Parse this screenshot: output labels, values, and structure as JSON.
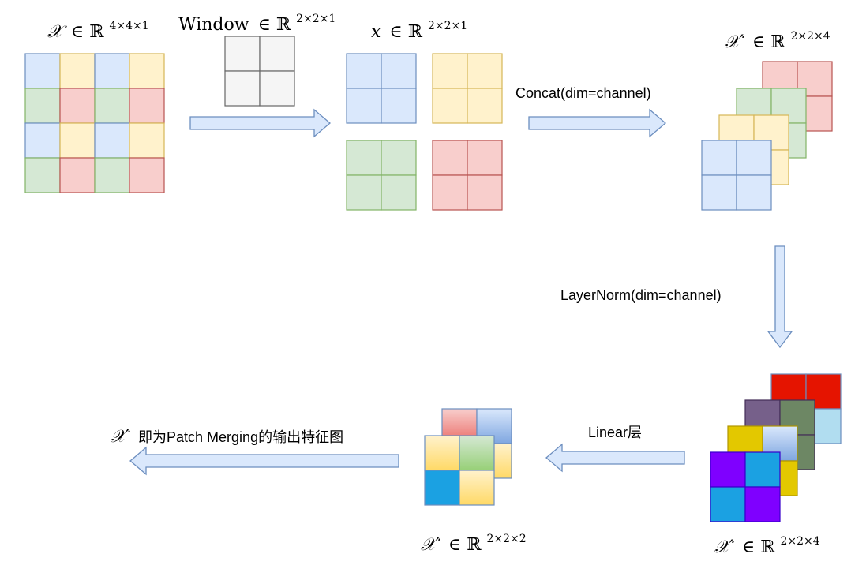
{
  "labels": {
    "input_var": "𝒳",
    "input_space": "∈ ℝ",
    "input_dims": "4×4×1",
    "window_word": "Window",
    "window_space": "∈ ℝ",
    "window_dims": "2×2×1",
    "patch_var": "x",
    "patch_space": "∈ ℝ",
    "patch_dims": "2×2×1",
    "concat_var": "𝒳′",
    "concat_space": "∈ ℝ",
    "concat_dims": "2×2×4",
    "norm_var": "𝒳′",
    "norm_space": "∈ ℝ",
    "norm_dims": "2×2×4",
    "out_var": "𝒳′",
    "out_space": "∈ ℝ",
    "out_dims": "2×2×2",
    "result_var": "𝒳′"
  },
  "steps": {
    "concat": "Concat(dim=channel)",
    "layernorm": "LayerNorm(dim=channel)",
    "linear": "Linear层",
    "result": "即为Patch Merging的输出特征图"
  },
  "colors": {
    "blue_fill": "#dae8fc",
    "blue_stroke": "#6c8ebf",
    "yellow_fill": "#fff2cc",
    "yellow_stroke": "#d6b656",
    "green_fill": "#d5e8d4",
    "green_stroke": "#82b366",
    "red_fill": "#f8cecc",
    "red_stroke": "#b85450",
    "window_fill": "#f5f5f5",
    "window_stroke": "#666666",
    "arrow_fill": "#dae8fc",
    "arrow_stroke": "#6c8ebf",
    "norm_red": "#e51400",
    "norm_lightblue": "#b1ddf0",
    "norm_purple": "#76608a",
    "norm_green": "#6d8764",
    "norm_yellow": "#e3c800",
    "norm_violet": "#7f00ff",
    "norm_cyan": "#1ba1e2"
  }
}
